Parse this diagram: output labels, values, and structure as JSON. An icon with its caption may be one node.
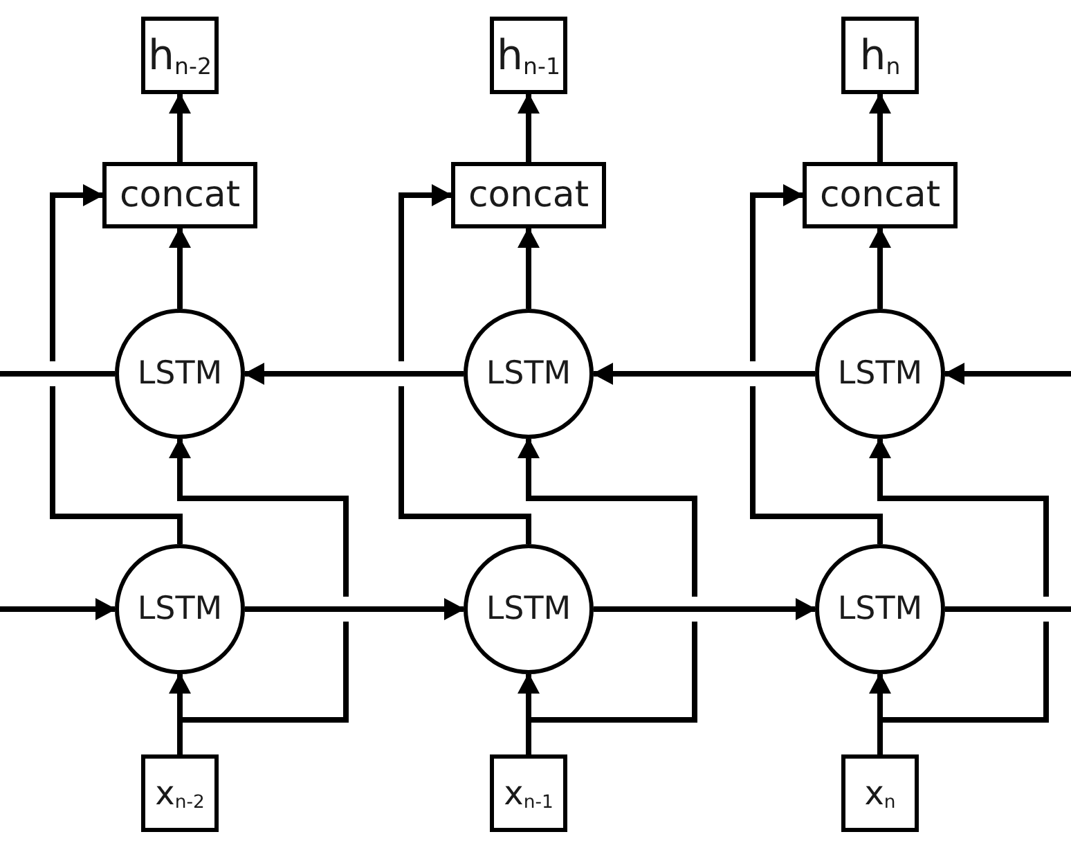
{
  "diagram": {
    "nodes": [
      {
        "text": [
          "h$_{n-2}$"
        ]
      },
      {
        "text": [
          "h$_{n-1}$"
        ]
      },
      {
        "text": [
          "h$_{n}$"
        ]
      },
      {
        "text": [
          "concat"
        ]
      },
      {
        "text": [
          "concat"
        ]
      },
      {
        "text": [
          "concat"
        ]
      },
      {
        "text": [
          "LSTM"
        ]
      },
      {
        "text": [
          "LSTM"
        ]
      },
      {
        "text": [
          "LSTM"
        ]
      },
      {
        "text": [
          "LSTM"
        ]
      },
      {
        "text": [
          "LSTM"
        ]
      },
      {
        "text": [
          "LSTM"
        ]
      },
      {
        "text": [
          "x$_{n-2}$"
        ]
      },
      {
        "text": [
          "x$_{n-1}$"
        ]
      },
      {
        "text": [
          "x$_{n}$"
        ]
      }
    ],
    "edges": [
      {
        "from": 12,
        "to": 9,
        "arrow": "to"
      },
      {
        "from": 12,
        "to": 6,
        "arrow": "to"
      },
      {
        "from": 9,
        "to": 3,
        "arrow": "to"
      },
      {
        "from": 6,
        "to": 3,
        "arrow": "to"
      },
      {
        "from": 3,
        "to": 0,
        "arrow": "to"
      },
      {
        "from": 13,
        "to": 10,
        "arrow": "to"
      },
      {
        "from": 13,
        "to": 7,
        "arrow": "to"
      },
      {
        "from": 10,
        "to": 4,
        "arrow": "to"
      },
      {
        "from": 7,
        "to": 4,
        "arrow": "to"
      },
      {
        "from": 4,
        "to": 1,
        "arrow": "to"
      },
      {
        "from": 14,
        "to": 11,
        "arrow": "to"
      },
      {
        "from": 14,
        "to": 8,
        "arrow": "to"
      },
      {
        "from": 11,
        "to": 5,
        "arrow": "to"
      },
      {
        "from": 8,
        "to": 5,
        "arrow": "to"
      },
      {
        "from": 5,
        "to": 2,
        "arrow": "to"
      },
      {
        "from": null,
        "to": 9,
        "arrow": "to"
      },
      {
        "from": 9,
        "to": 10,
        "arrow": "to"
      },
      {
        "from": 10,
        "to": 11,
        "arrow": "to"
      },
      {
        "from": 11,
        "to": null,
        "arrow": "none"
      },
      {
        "from": null,
        "to": 8,
        "arrow": "to"
      },
      {
        "from": 8,
        "to": 7,
        "arrow": "to"
      },
      {
        "from": 7,
        "to": 6,
        "arrow": "to"
      },
      {
        "from": 6,
        "to": null,
        "arrow": "none"
      }
    ]
  }
}
